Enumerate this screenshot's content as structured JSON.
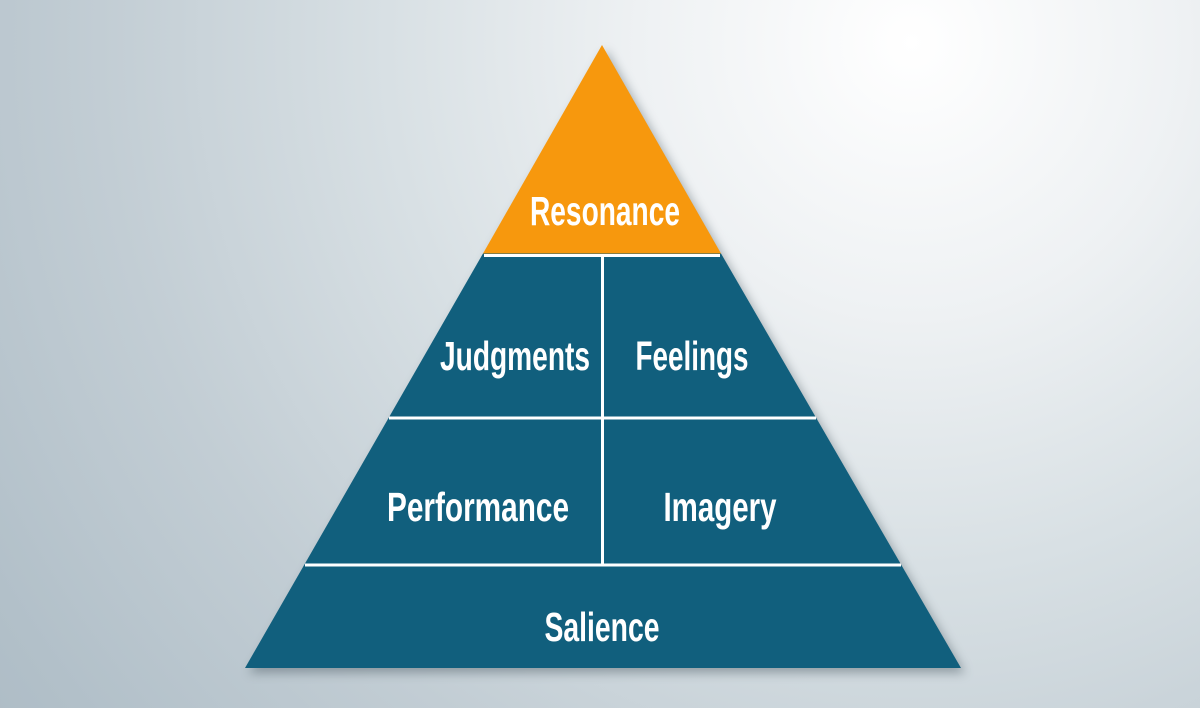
{
  "diagram": {
    "kind": "pyramid",
    "levels": [
      {
        "tier": 1,
        "color": "#f7980d",
        "cells": [
          {
            "label": "Resonance"
          }
        ]
      },
      {
        "tier": 2,
        "color": "#115f7d",
        "cells": [
          {
            "label": "Judgments"
          },
          {
            "label": "Feelings"
          }
        ]
      },
      {
        "tier": 3,
        "color": "#115f7d",
        "cells": [
          {
            "label": "Performance"
          },
          {
            "label": "Imagery"
          }
        ]
      },
      {
        "tier": 4,
        "color": "#115f7d",
        "cells": [
          {
            "label": "Salience"
          }
        ]
      }
    ],
    "divider_color": "#ffffff",
    "label_color": "#ffffff",
    "shadow_color": "rgba(70,86,96,0.45)",
    "background_gradient": [
      "#ffffff",
      "#eef1f3",
      "#c2cdd4",
      "#a9b8c2"
    ]
  }
}
